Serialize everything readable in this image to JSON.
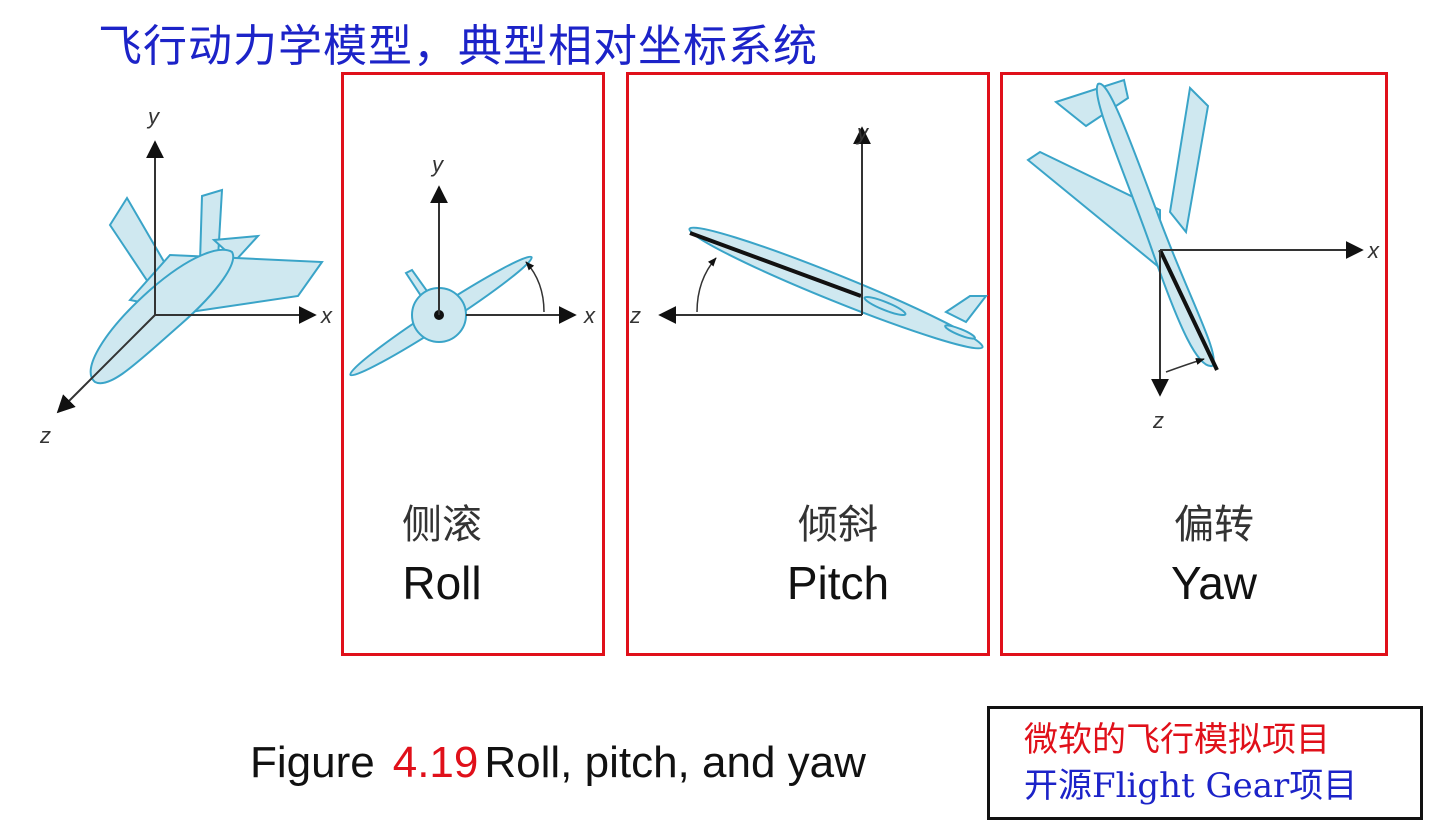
{
  "title": "飞行动力学模型，典型相对坐标系统",
  "axes": {
    "x": "x",
    "y": "y",
    "z": "z"
  },
  "panels": [
    {
      "cn": "侧滚",
      "en": "Roll"
    },
    {
      "cn": "倾斜",
      "en": "Pitch"
    },
    {
      "cn": "偏转",
      "en": "Yaw"
    }
  ],
  "caption": {
    "prefix": "Figure",
    "number": "4.19",
    "text": "Roll, pitch, and yaw"
  },
  "note": {
    "line1": "微软的飞行模拟项目",
    "line2": "开源Flight Gear项目"
  },
  "colors": {
    "title": "#1c23c8",
    "frame": "#e0101a",
    "plane_fill": "#cfe8f0",
    "plane_stroke": "#3aa4c8"
  }
}
